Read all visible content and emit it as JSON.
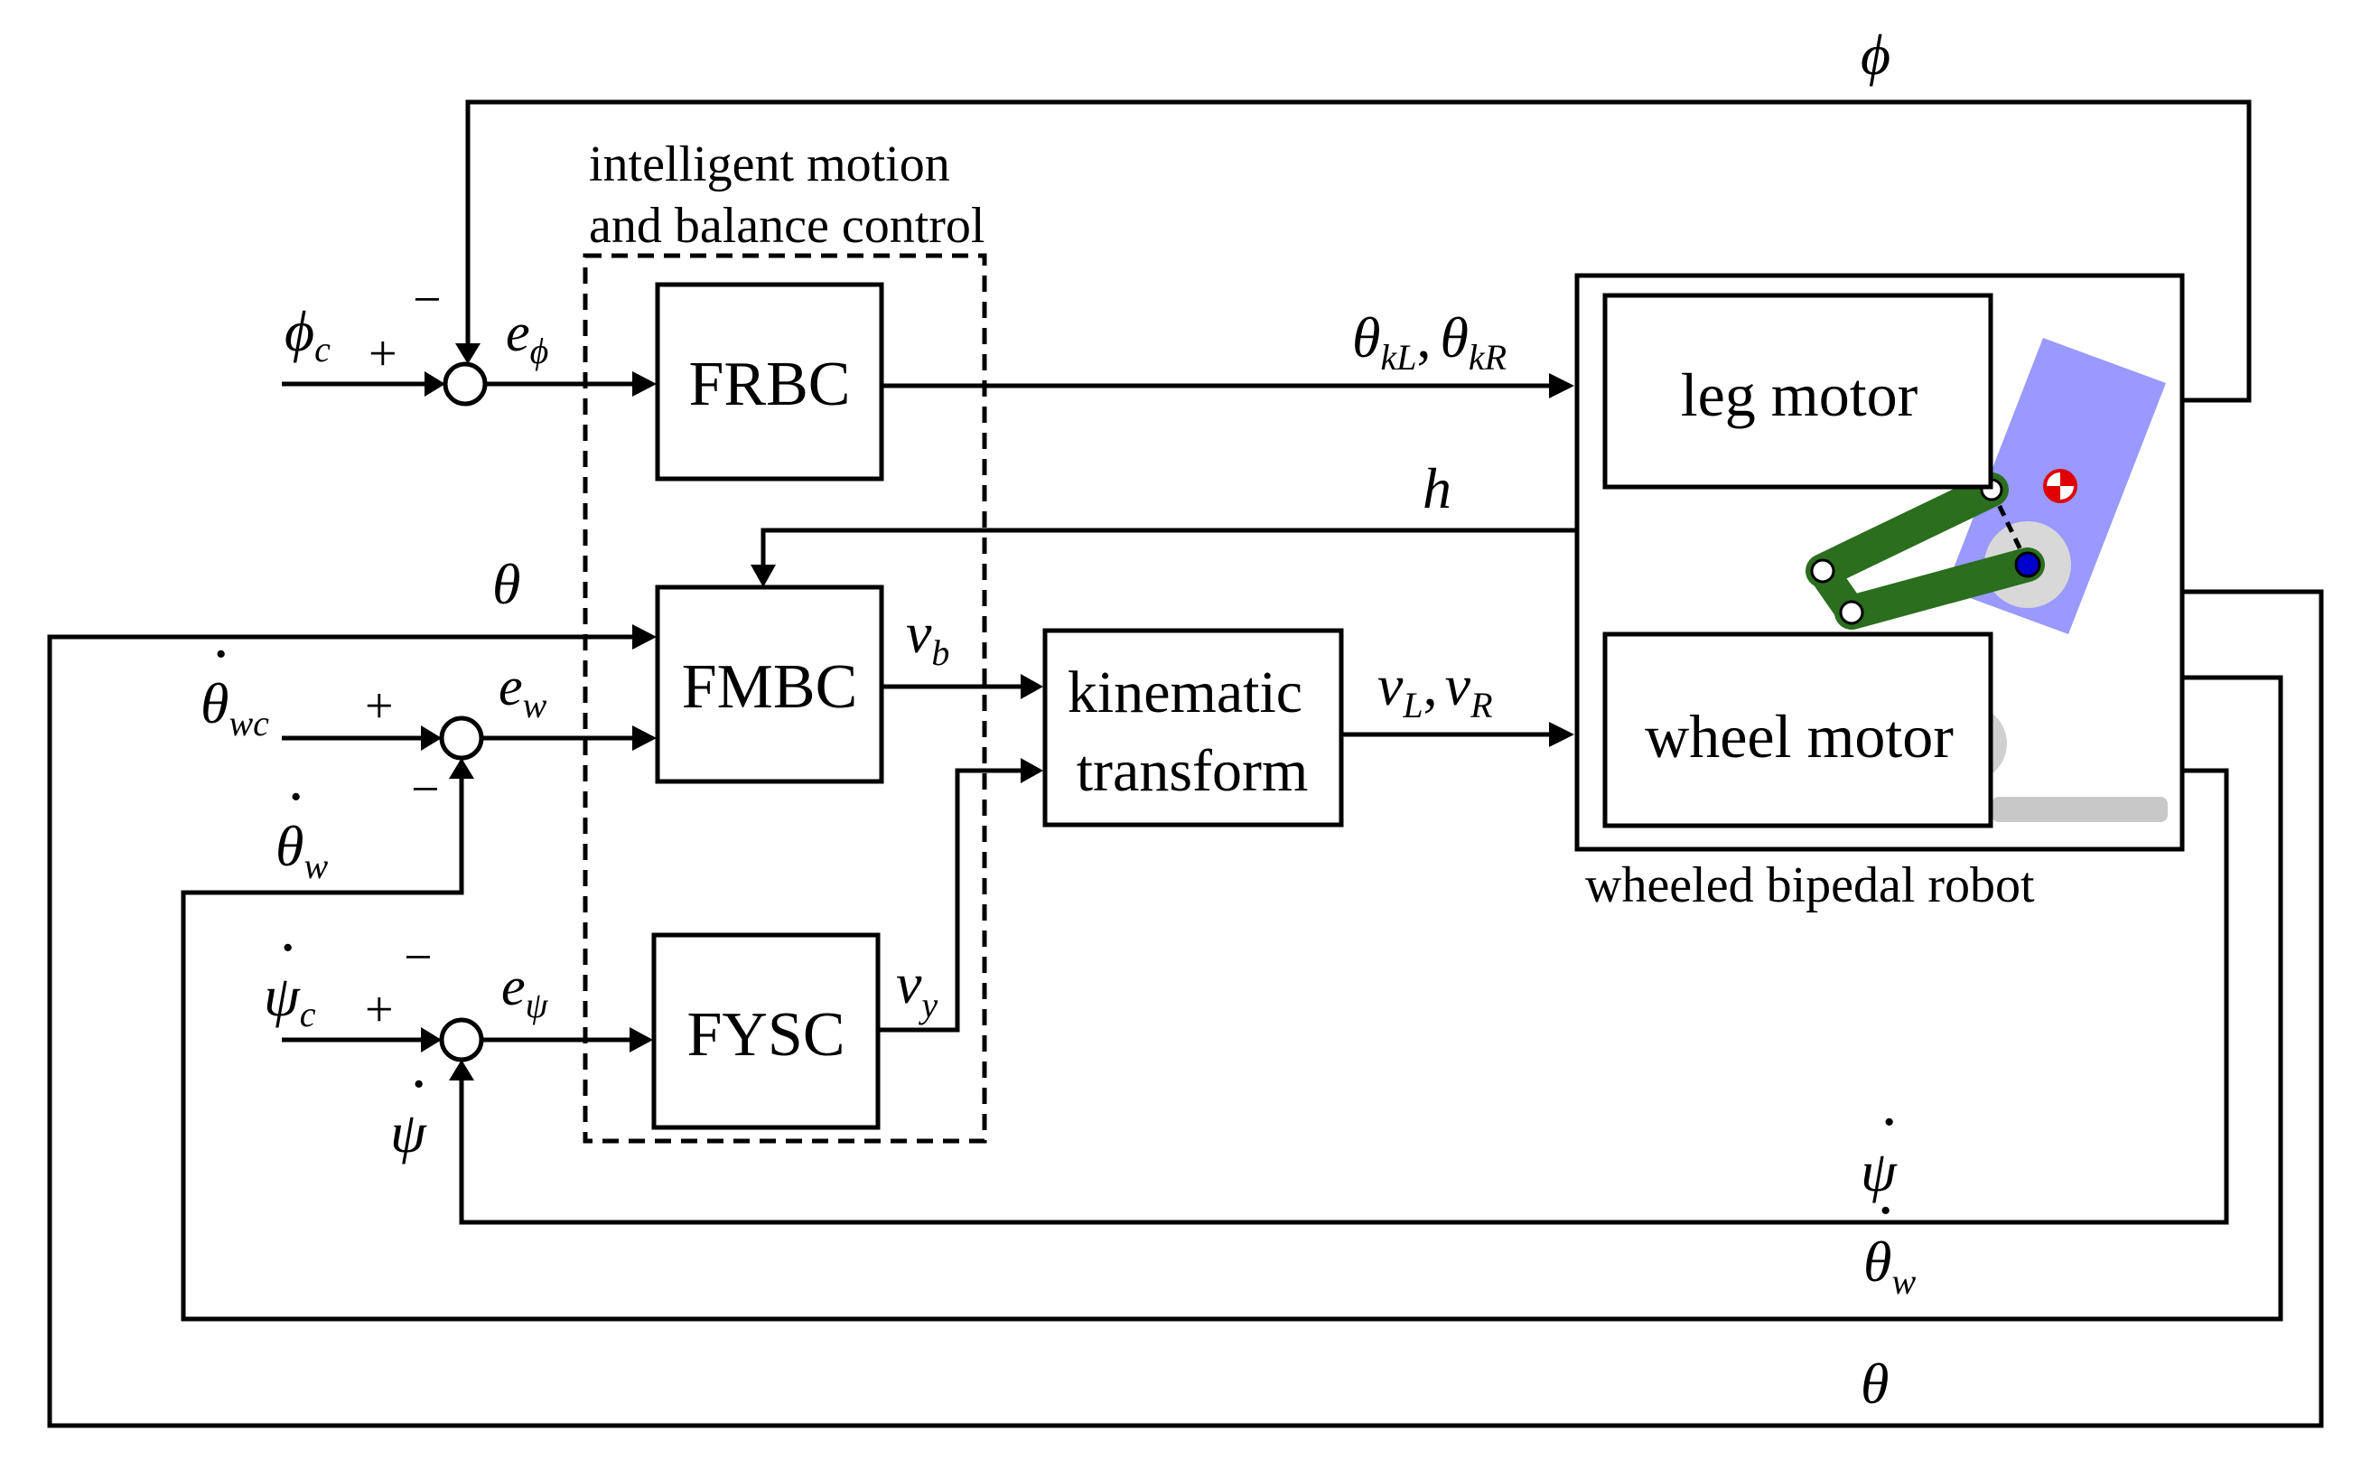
{
  "blocks": {
    "group_title_line1": "intelligent motion",
    "group_title_line2": "and balance control",
    "frbc": "FRBC",
    "fmbc": "FMBC",
    "fysc": "FYSC",
    "kinematic_line1": "kinematic",
    "kinematic_line2": "transform",
    "leg_motor": "leg motor",
    "wheel_motor": "wheel motor",
    "robot_caption": "wheeled bipedal robot"
  },
  "signals": {
    "phi_fb": "ϕ",
    "phi_c": "ϕ",
    "phi_c_sub": "c",
    "e_phi": "e",
    "e_phi_sub": "ϕ",
    "theta_k": "θ",
    "theta_kL_sub": "kL",
    "theta_kR_sub": "kR",
    "h": "h",
    "theta_left": "θ",
    "theta_wc": "θ",
    "theta_wc_sub": "wc",
    "e_w": "e",
    "e_w_sub": "w",
    "theta_w": "θ",
    "theta_w_sub": "w",
    "v_b": "v",
    "v_b_sub": "b",
    "v_L": "v",
    "v_L_sub": "L",
    "v_R": "v",
    "v_R_sub": "R",
    "psi_c": "ψ",
    "psi_c_sub": "c",
    "e_psi": "e",
    "e_psi_sub": "ψ",
    "v_y": "v",
    "v_y_sub": "y",
    "psi": "ψ",
    "psi_bottom": "ψ",
    "theta_w_bottom": "θ",
    "theta_w_bottom_sub": "w",
    "theta_bottom": "θ",
    "comma": ",",
    "dot": "·",
    "plus": "+",
    "minus": "−"
  },
  "colors": {
    "body": "#9999ff",
    "leg": "#2a6e1e",
    "wheel": "#d0d0d0",
    "joint_axis": "#0000cc",
    "com_marker": "#e00000",
    "ground": "#c8c8c8"
  }
}
